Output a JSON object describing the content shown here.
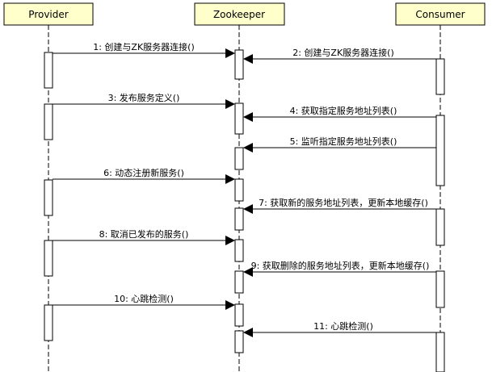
{
  "participants": [
    {
      "id": "provider",
      "label": "Provider"
    },
    {
      "id": "zookeeper",
      "label": "Zookeeper"
    },
    {
      "id": "consumer",
      "label": "Consumer"
    }
  ],
  "messages": [
    {
      "from": "provider",
      "to": "zookeeper",
      "label": "1: 创建与ZK服务器连接()"
    },
    {
      "from": "consumer",
      "to": "zookeeper",
      "label": "2: 创建与ZK服务器连接()"
    },
    {
      "from": "provider",
      "to": "zookeeper",
      "label": "3: 发布服务定义()"
    },
    {
      "from": "consumer",
      "to": "zookeeper",
      "label": "4: 获取指定服务地址列表()"
    },
    {
      "from": "consumer",
      "to": "zookeeper",
      "label": "5: 监听指定服务地址列表()"
    },
    {
      "from": "provider",
      "to": "zookeeper",
      "label": "6: 动态注册新服务()"
    },
    {
      "from": "consumer",
      "to": "zookeeper",
      "label": "7: 获取新的服务地址列表，更新本地缓存()"
    },
    {
      "from": "provider",
      "to": "zookeeper",
      "label": "8: 取消已发布的服务()"
    },
    {
      "from": "consumer",
      "to": "zookeeper",
      "label": "9: 获取删除的服务地址列表，更新本地缓存()"
    },
    {
      "from": "provider",
      "to": "zookeeper",
      "label": "10: 心跳检测()"
    },
    {
      "from": "consumer",
      "to": "zookeeper",
      "label": "11: 心跳检测()"
    }
  ]
}
